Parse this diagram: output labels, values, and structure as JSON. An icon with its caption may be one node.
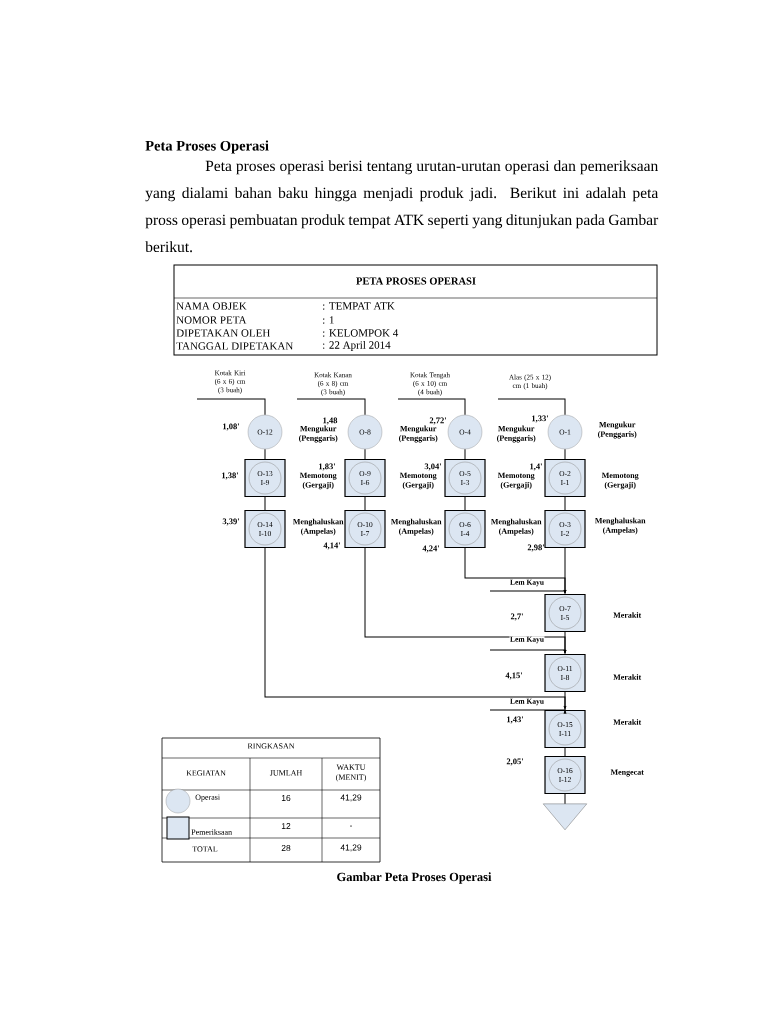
{
  "diagram": {
    "title": "Peta Proses Operasi",
    "caption": "Gambar  Peta Proses Operasi",
    "nodes": [
      {
        "text": [
          "O-12"
        ],
        "beside": [
          "1,08'"
        ]
      },
      {
        "text": [
          "O-13 I-9"
        ],
        "beside": [
          "1,38'"
        ]
      },
      {
        "text": [
          "O-14 I-10"
        ],
        "beside": [
          "3,39'"
        ]
      },
      {
        "text": [
          "O-8"
        ],
        "beside": [
          "1,48"
        ]
      },
      {
        "text": [
          "O-9 I-6"
        ],
        "beside": [
          "1,83'"
        ]
      },
      {
        "text": [
          "O-10 I-7"
        ],
        "beside": [
          "4,14'"
        ]
      },
      {
        "text": [
          "O-4"
        ],
        "beside": [
          "2,72'"
        ]
      },
      {
        "text": [
          "O-5 I-3"
        ],
        "beside": [
          "3,04'"
        ]
      },
      {
        "text": [
          "O-6 I-4"
        ],
        "beside": [
          "4,24'"
        ]
      },
      {
        "text": [
          "O-1"
        ],
        "beside": [
          "1,33'",
          "Mengukur (Penggaris)"
        ]
      },
      {
        "text": [
          "O-2 I-1"
        ],
        "beside": [
          "1,4'",
          "Memotong (Gergaji)"
        ]
      },
      {
        "text": [
          "O-3 I-2"
        ],
        "beside": [
          "2,98'",
          "Menghaluskan (Ampelas)"
        ]
      },
      {
        "text": [
          "O-7 I-5"
        ],
        "beside": [
          "2,7'",
          "Merakit"
        ]
      },
      {
        "text": [
          "O-11 I-8"
        ],
        "beside": [
          "4,15'",
          "Merakit"
        ]
      },
      {
        "text": [
          "O-15 I-11"
        ],
        "beside": [
          "1,43'",
          "Merakit"
        ]
      },
      {
        "text": [
          "O-16 I-12"
        ],
        "beside": [
          "2,05'",
          "Mengecat"
        ]
      },
      {
        "text": [],
        "shape": "triangle"
      }
    ],
    "edges": [
      {
        "from": null,
        "to": 0,
        "arrow": "none"
      },
      {
        "from": null,
        "to": 3,
        "arrow": "none"
      },
      {
        "from": null,
        "to": 6,
        "arrow": "none"
      },
      {
        "from": null,
        "to": 9,
        "arrow": "none"
      },
      {
        "from": 0,
        "to": 1,
        "arrow": "none"
      },
      {
        "from": 1,
        "to": 2,
        "arrow": "none"
      },
      {
        "from": 3,
        "to": 4,
        "arrow": "none"
      },
      {
        "from": 4,
        "to": 5,
        "arrow": "none"
      },
      {
        "from": 6,
        "to": 7,
        "arrow": "none"
      },
      {
        "from": 7,
        "to": 8,
        "arrow": "none"
      },
      {
        "from": 9,
        "to": 10,
        "arrow": "none"
      },
      {
        "from": 10,
        "to": 11,
        "arrow": "none"
      },
      {
        "from": 11,
        "to": 12,
        "arrow": "none"
      },
      {
        "from": 8,
        "to": 12,
        "arrow": "to"
      },
      {
        "from": null,
        "to": 12,
        "arrow": "to",
        "label": "Lem Kayu"
      },
      {
        "from": 12,
        "to": 13,
        "arrow": "none"
      },
      {
        "from": 5,
        "to": 13,
        "arrow": "to"
      },
      {
        "from": null,
        "to": 13,
        "arrow": "to",
        "label": "Lem Kayu"
      },
      {
        "from": 13,
        "to": 14,
        "arrow": "none"
      },
      {
        "from": 2,
        "to": 14,
        "arrow": "to"
      },
      {
        "from": null,
        "to": 14,
        "arrow": "to",
        "label": "Lem Kayu"
      },
      {
        "from": 14,
        "to": 15,
        "arrow": "none"
      },
      {
        "from": 15,
        "to": 16,
        "arrow": "none"
      }
    ],
    "labels": [
      "Peta proses operasi berisi tentang urutan-urutan operasi dan pemeriksaan yang dialami bahan baku hingga menjadi produk jadi. Berikut ini adalah peta pross operasi pembuatan produk tempat ATK seperti yang ditunjukan pada Gambar berikut.",
      "PETA PROSES OPERASI",
      "NAMA OBJEK",
      ": TEMPAT ATK",
      "NOMOR PETA",
      ": 1",
      "DIPETAKAN OLEH",
      ": KELOMPOK 4",
      "TANGGAL DIPETAKAN",
      ": 22 April 2014",
      "Kotak Kiri (6 x 6) cm (3 buah)",
      "Kotak Kanan (6 x 8) cm (3 buah)",
      "Kotak Tengah (6 x 10) cm (4 buah)",
      "Alas (25 x 12) cm (1 buah)",
      "RINGKASAN",
      "KEGIATAN",
      "JUMLAH",
      "WAKTU (MENIT)",
      "16",
      "41,29",
      "12",
      "-",
      "TOTAL",
      "28",
      "41,29",
      "Mengukur (Penggaris)",
      "Mengukur (Penggaris)",
      "Mengukur (Penggaris)",
      "Memotong (Gergaji)",
      "Memotong (Gergaji)",
      "Memotong (Gergaji)",
      "Menghaluskan (Ampelas)",
      "Menghaluskan (Ampelas)",
      "Menghaluskan (Ampelas)"
    ],
    "legend": [
      {
        "text": "Operasi"
      },
      {
        "text": "Pemeriksaan"
      }
    ]
  }
}
